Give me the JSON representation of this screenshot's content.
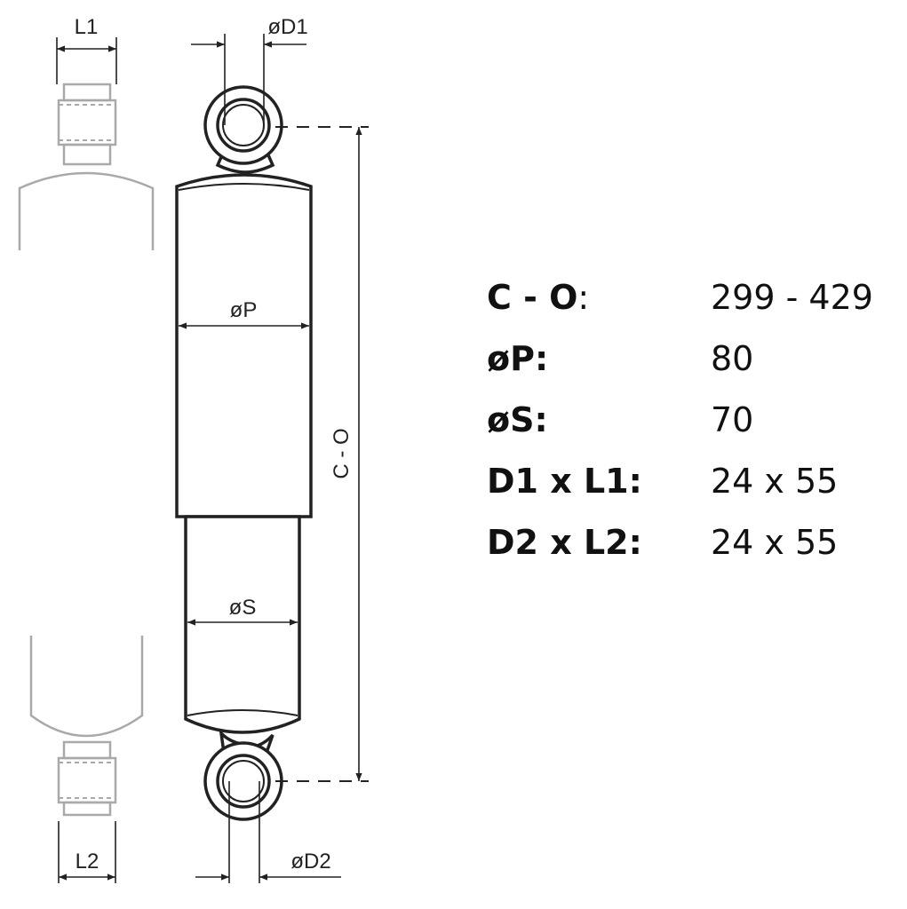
{
  "dimension_labels": {
    "l1": "L1",
    "l2": "L2",
    "d1": "øD1",
    "d2": "øD2",
    "p": "øP",
    "s": "øS",
    "co": "C - O"
  },
  "specs": [
    {
      "key_bold": "C - O",
      "key_rest": ":",
      "value": "299 - 429"
    },
    {
      "key_bold": "øP:",
      "key_rest": "",
      "value": "80"
    },
    {
      "key_bold": "øS:",
      "key_rest": "",
      "value": "70"
    },
    {
      "key_bold": "D1 x L1:",
      "key_rest": "",
      "value": "24 x 55"
    },
    {
      "key_bold": "D2 x L2:",
      "key_rest": "",
      "value": "24 x 55"
    }
  ]
}
